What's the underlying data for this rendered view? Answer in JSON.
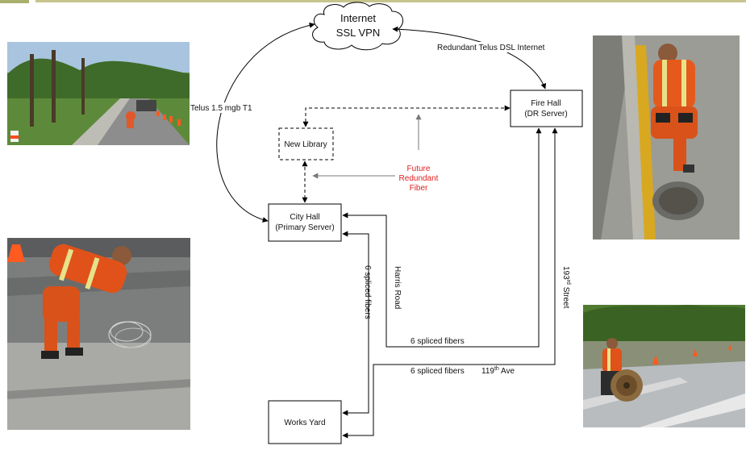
{
  "nodes": {
    "internet": {
      "line1": "Internet",
      "line2": "SSL VPN"
    },
    "fire_hall": {
      "line1": "Fire Hall",
      "line2": "(DR Server)"
    },
    "new_library": {
      "line1": "New Library"
    },
    "city_hall": {
      "line1": "City Hall",
      "line2": "(Primary Server)"
    },
    "works_yard": {
      "line1": "Works Yard"
    }
  },
  "links": {
    "t1": "Telus 1.5 mgb T1",
    "dsl": "Redundant Telus DSL Internet",
    "future_line1": "Future",
    "future_line2": "Redundant",
    "future_line3": "Fiber",
    "harris": "Harris Road",
    "spliced_vertical": "6 spliced fibers",
    "spliced_mid": "6 spliced fibers",
    "spliced_bottom": "6 spliced fibers",
    "ave_number": "119",
    "ave_suffix": "th",
    "ave_name": " Ave",
    "street_number": "193",
    "street_suffix": "rd",
    "street_name": " Street"
  },
  "colors": {
    "future_link": "#e02020",
    "header_bar": "#c7c48d",
    "header_accent": "#a8b06b"
  },
  "photos": [
    {
      "name": "photo-street-crew"
    },
    {
      "name": "photo-worker-manhole"
    },
    {
      "name": "photo-worker-cable-coil"
    },
    {
      "name": "photo-cable-reel"
    }
  ]
}
